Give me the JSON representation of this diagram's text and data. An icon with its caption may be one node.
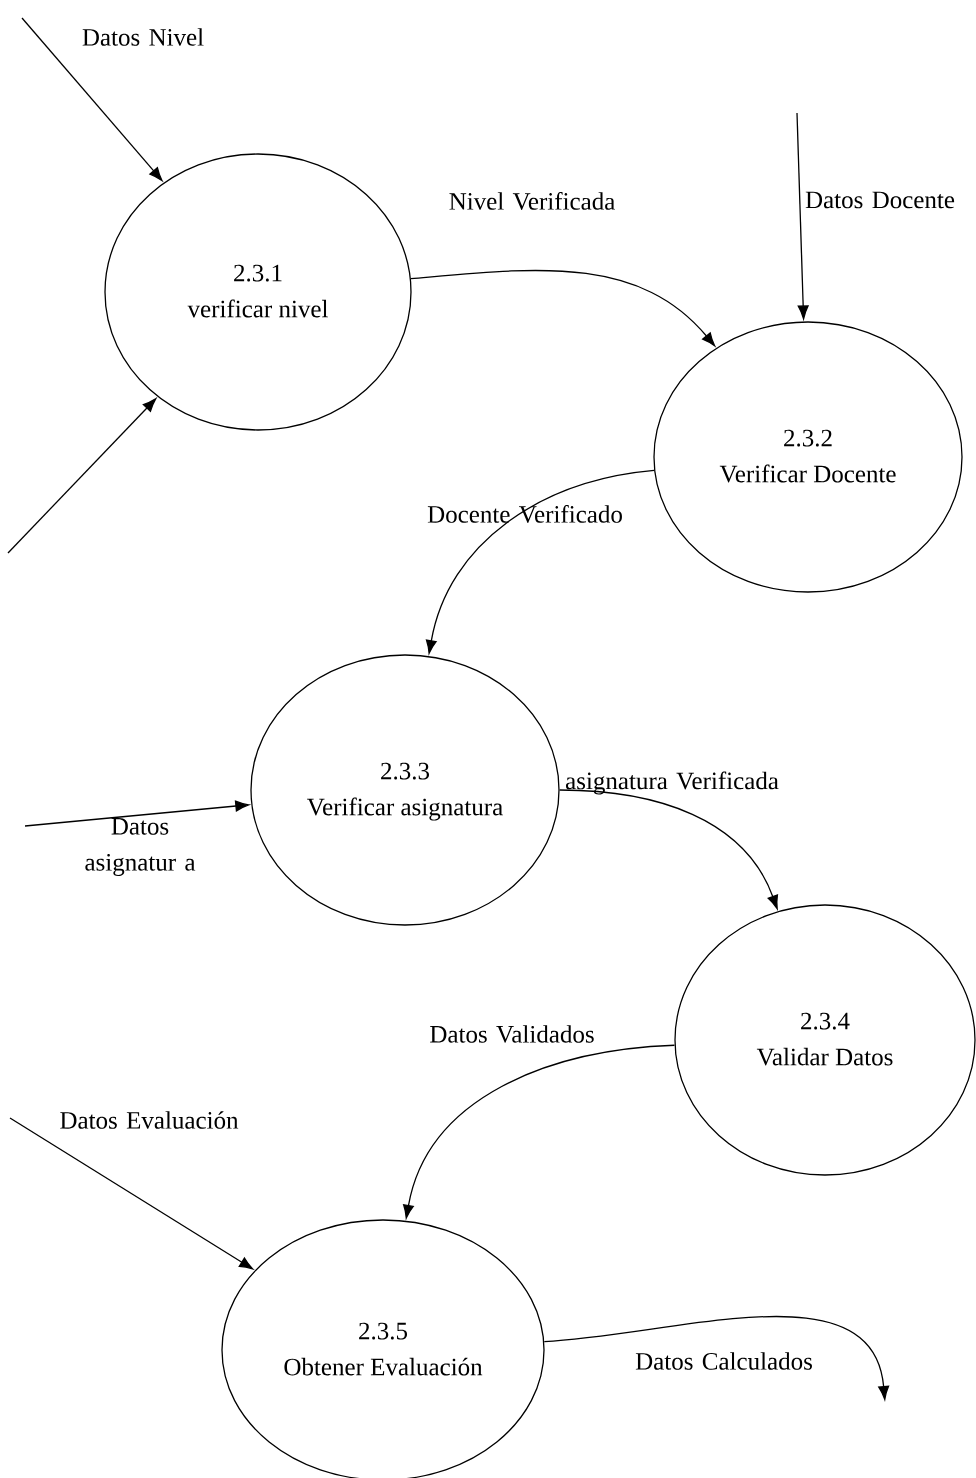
{
  "diagram": {
    "nodes": [
      {
        "text": [
          "2.3.1",
          "verificar nivel"
        ]
      },
      {
        "text": [
          "2.3.2",
          "Verificar Docente"
        ]
      },
      {
        "text": [
          "2.3.3",
          "Verificar asignatura"
        ]
      },
      {
        "text": [
          "2.3.4",
          "Validar Datos"
        ]
      },
      {
        "text": [
          "2.3.5",
          "Obtener Evaluación"
        ]
      }
    ],
    "edges": [
      {
        "from": null,
        "to": 0,
        "arrow": "to",
        "label": "Datos Nivel"
      },
      {
        "from": null,
        "to": 0,
        "arrow": "to"
      },
      {
        "from": 0,
        "to": 1,
        "arrow": "to",
        "label": "Nivel Verificada"
      },
      {
        "from": null,
        "to": 1,
        "arrow": "to",
        "label": "Datos Docente"
      },
      {
        "from": 1,
        "to": 2,
        "arrow": "to",
        "label": "Docente Verificado"
      },
      {
        "from": null,
        "to": 2,
        "arrow": "to",
        "label": "Datos asignatur a"
      },
      {
        "from": 2,
        "to": 3,
        "arrow": "to",
        "label": "asignatura Verificada"
      },
      {
        "from": 3,
        "to": 4,
        "arrow": "to",
        "label": "Datos Validados"
      },
      {
        "from": null,
        "to": 4,
        "arrow": "to",
        "label": "Datos Evaluación"
      },
      {
        "from": 4,
        "to": null,
        "arrow": "to",
        "label": "Datos Calculados"
      }
    ]
  }
}
